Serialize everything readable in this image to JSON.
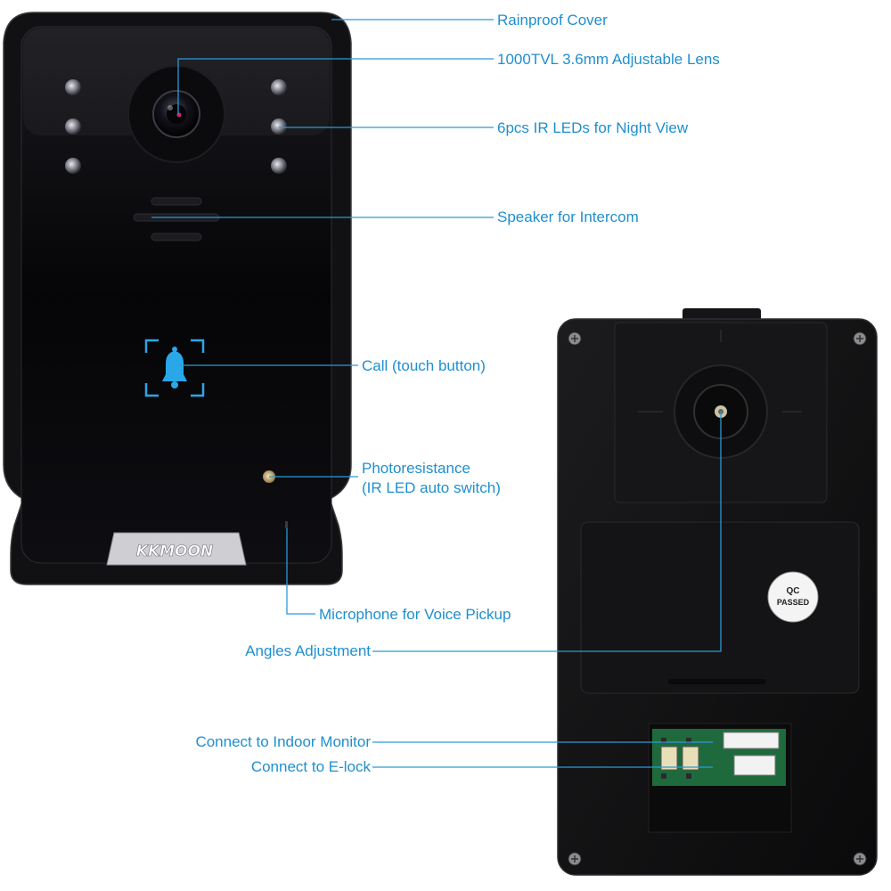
{
  "front_panel": {
    "brand": "KKMOON",
    "call_icon": "bell-icon"
  },
  "back_panel": {
    "qc_badge": [
      "QC",
      "PASSED"
    ]
  },
  "callouts": {
    "rainproof_cover": "Rainproof Cover",
    "lens": "1000TVL 3.6mm Adjustable Lens",
    "ir_leds": "6pcs IR LEDs for Night View",
    "speaker": "Speaker for Intercom",
    "call_button": "Call (touch button)",
    "photoresistance_line1": "Photoresistance",
    "photoresistance_line2": "(IR LED auto switch)",
    "microphone": "Microphone for Voice Pickup",
    "angles": "Angles Adjustment",
    "indoor_monitor": "Connect to Indoor Monitor",
    "e_lock": "Connect to E-lock"
  },
  "colors": {
    "leader_line": "#2a9ad8",
    "label_text": "#1f8fcf",
    "device_body": "#0d0d0f",
    "bell_blue": "#2aa7e8",
    "pcb_green": "#1f6a3c"
  }
}
